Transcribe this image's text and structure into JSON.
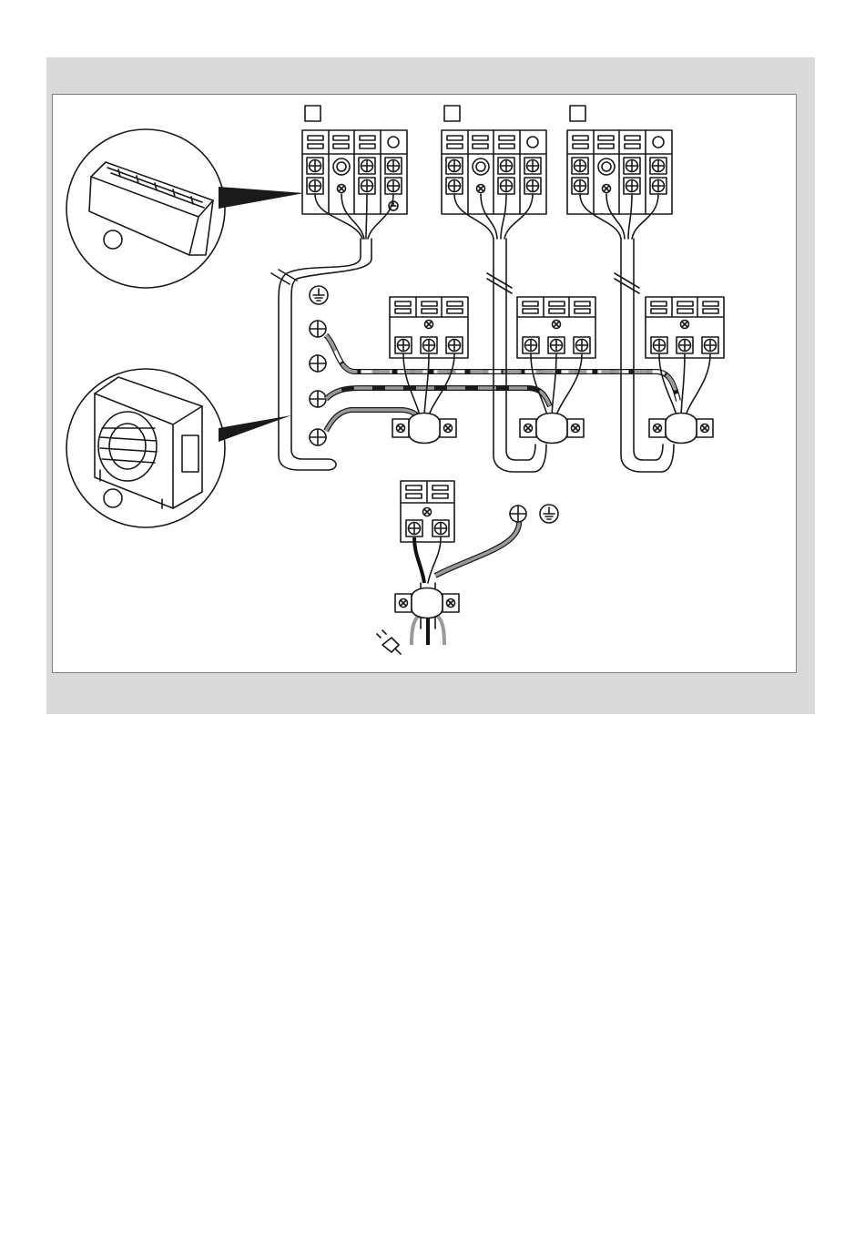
{
  "figure": {
    "background": "#d9d9d9",
    "frame_border": "#7f7f7f",
    "line_color": "#1a1a1a",
    "wire_gray": "#9a9a9a",
    "wire_black": "#111111"
  },
  "components": {
    "indoor_unit": "indoor-unit-illustration",
    "outdoor_unit": "outdoor-unit-illustration",
    "indoor_terminal_blocks": 3,
    "outdoor_terminal_blocks": 3,
    "power_terminal_block": 1
  },
  "icons": [
    "ground-symbol-icon",
    "power-plug-icon",
    "cable-clamp-icon",
    "screw-terminal-icon"
  ]
}
